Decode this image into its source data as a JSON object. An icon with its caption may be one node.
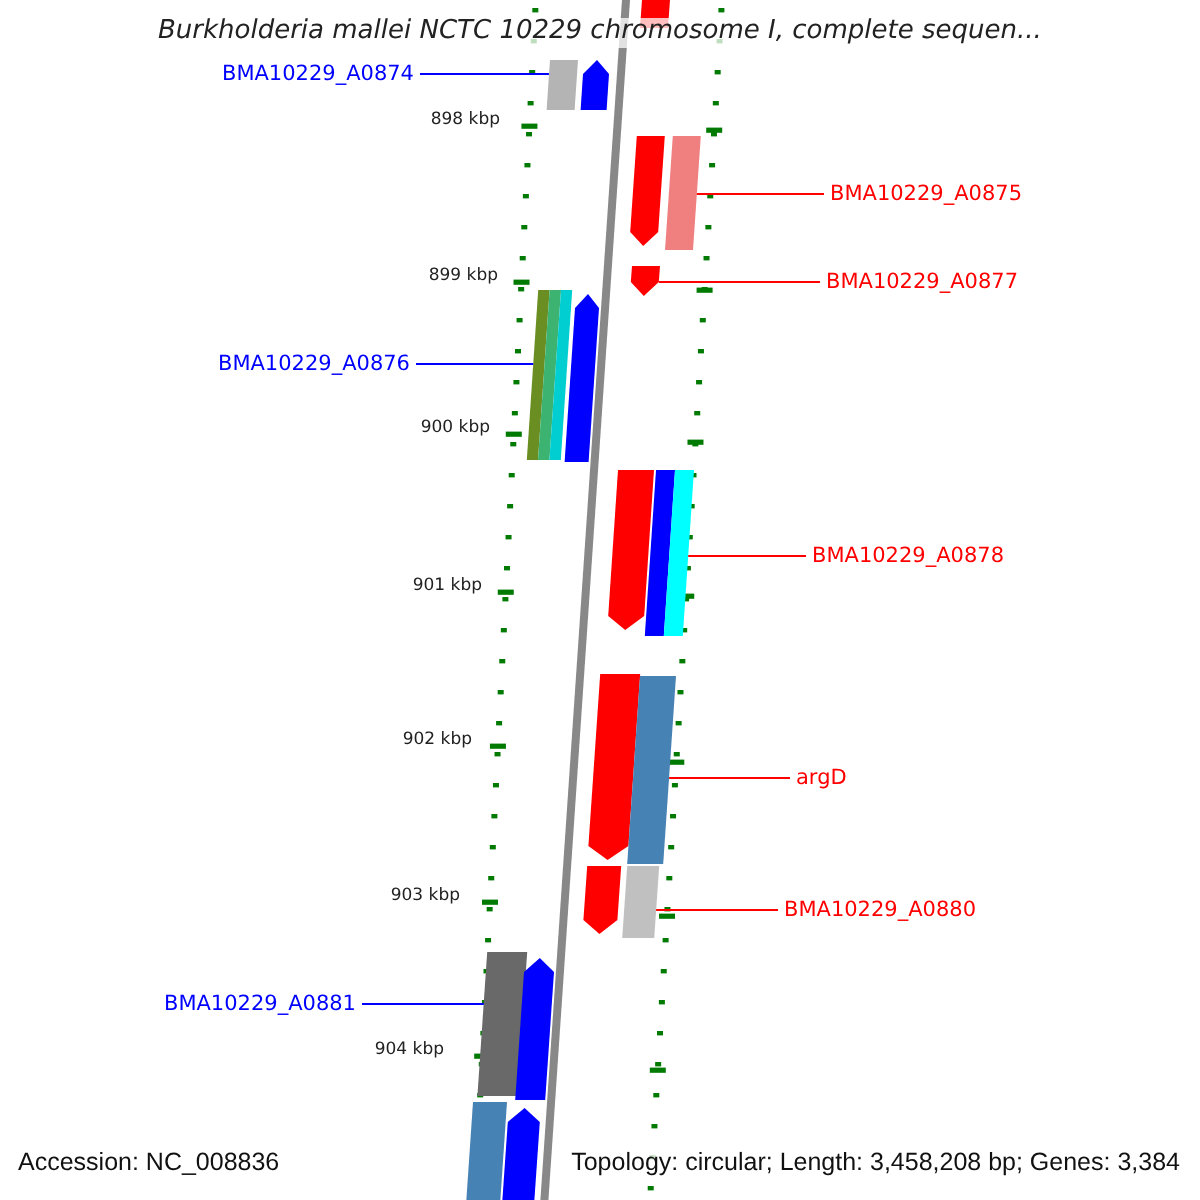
{
  "diagram": {
    "title": "Burkholderia mallei NCTC 10229 chromosome I, complete sequen...",
    "nodes": [
      {
        "text": [],
        "shape": "bar"
      },
      {
        "text": [],
        "shape": "bar"
      },
      {
        "text": [],
        "shape": "arrow"
      },
      {
        "text": [
          "BMA10229_A0874"
        ]
      },
      {
        "text": [],
        "shape": "arrow"
      },
      {
        "text": [],
        "shape": "bar"
      },
      {
        "text": [
          "BMA10229_A0875"
        ]
      },
      {
        "text": [],
        "shape": "arrow"
      },
      {
        "text": [
          "BMA10229_A0877"
        ]
      },
      {
        "text": [],
        "shape": "bar"
      },
      {
        "text": [],
        "shape": "arrow"
      },
      {
        "text": [
          "BMA10229_A0876"
        ]
      },
      {
        "text": [],
        "shape": "arrow"
      },
      {
        "text": [],
        "shape": "bar"
      },
      {
        "text": [
          "BMA10229_A0878"
        ]
      },
      {
        "text": [],
        "shape": "arrow"
      },
      {
        "text": [],
        "shape": "bar"
      },
      {
        "text": [
          "argD"
        ]
      },
      {
        "text": [],
        "shape": "arrow"
      },
      {
        "text": [],
        "shape": "bar"
      },
      {
        "text": [
          "BMA10229_A0880"
        ]
      },
      {
        "text": [],
        "shape": "bar"
      },
      {
        "text": [],
        "shape": "arrow"
      },
      {
        "text": [
          "BMA10229_A0881"
        ]
      },
      {
        "text": [],
        "shape": "bar"
      },
      {
        "text": [],
        "shape": "arrow"
      }
    ],
    "edges": [
      {
        "from": 3,
        "to": 1,
        "arrow": "none",
        "color": "#0000ff"
      },
      {
        "from": 6,
        "to": 5,
        "arrow": "none"
      },
      {
        "from": 8,
        "to": 7,
        "arrow": "none"
      },
      {
        "from": 11,
        "to": 9,
        "arrow": "none",
        "color": "#0000ff"
      },
      {
        "from": 14,
        "to": 13,
        "arrow": "none"
      },
      {
        "from": 17,
        "to": 16,
        "arrow": "none"
      },
      {
        "from": 20,
        "to": 19,
        "arrow": "none"
      },
      {
        "from": 23,
        "to": 21,
        "arrow": "none",
        "color": "#0000ff"
      }
    ],
    "labels": [
      "898 kbp",
      "899 kbp",
      "900 kbp",
      "901 kbp",
      "902 kbp",
      "903 kbp",
      "904 kbp",
      "Accession: NC_008836",
      "Topology: circular; Length: 3,458,208 bp; Genes: 3,384"
    ]
  }
}
